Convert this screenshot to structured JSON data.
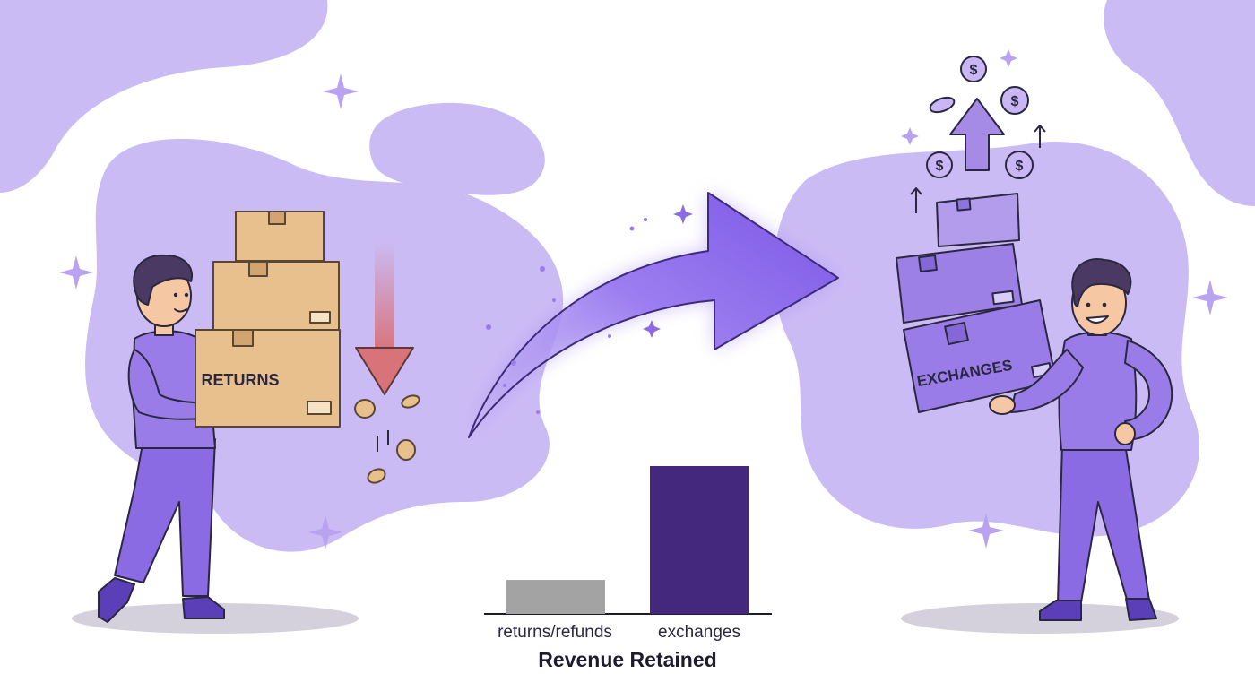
{
  "scene": {
    "left_box_label": "RETURNS",
    "right_box_label": "EXCHANGES",
    "colors": {
      "blob": "#cbbbf5",
      "purple": "#8b6be3",
      "purple_dark": "#5a3fb8",
      "box_brown": "#e8c08e",
      "box_purple": "#a58ae6",
      "skin": "#f6c7a3",
      "hair": "#4a3a63",
      "down_arrow": "#d9737a"
    }
  },
  "chart_data": {
    "type": "bar",
    "title": "Revenue Retained",
    "categories": [
      "returns/refunds",
      "exchanges"
    ],
    "values": [
      23,
      100
    ],
    "ylim": [
      0,
      100
    ],
    "colors": [
      "#a3a3a3",
      "#44287d"
    ],
    "grid": false,
    "legend": "none"
  }
}
